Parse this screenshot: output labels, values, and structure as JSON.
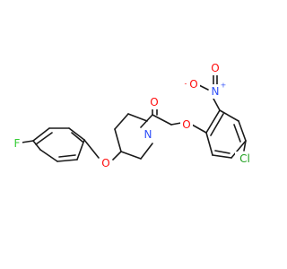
{
  "molecule": {
    "atoms": [
      {
        "id": "F",
        "label": "F",
        "color": "#33cc33"
      },
      {
        "id": "Oar",
        "label": "O",
        "color": "#ff0d0d"
      },
      {
        "id": "N1",
        "label": "N",
        "color": "#3050f8"
      },
      {
        "id": "Ok",
        "label": "O",
        "color": "#ff0d0d"
      },
      {
        "id": "Oe",
        "label": "O",
        "color": "#ff0d0d"
      },
      {
        "id": "Nn",
        "label": "N",
        "color": "#3050f8",
        "charge": "+"
      },
      {
        "id": "On1",
        "label": "O",
        "color": "#ff0d0d",
        "charge": "-"
      },
      {
        "id": "On2",
        "label": "O",
        "color": "#ff0d0d"
      },
      {
        "id": "Cl",
        "label": "Cl",
        "color": "#1fa01f"
      }
    ]
  }
}
